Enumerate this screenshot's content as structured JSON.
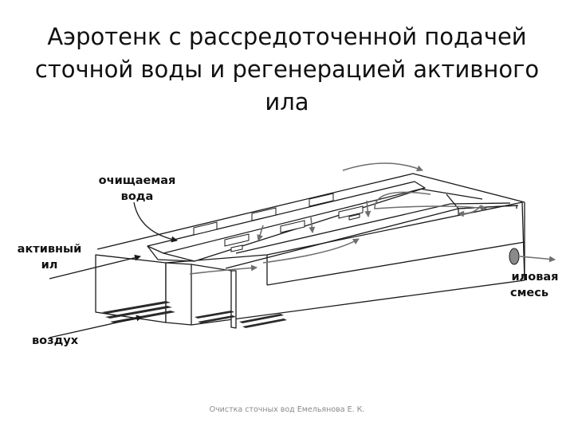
{
  "slide": {
    "title": "Аэротенк с рассредоточенной подачей\nсточной воды и регенерацией активного\nила",
    "footer": "Очистка сточных вод Емельянова Е. К."
  },
  "diagram": {
    "labels": {
      "treated_water_1": "очищаемая",
      "treated_water_2": "вода",
      "active_sludge_1": "активный",
      "active_sludge_2": "ил",
      "air": "воздух",
      "mixture_1": "иловая",
      "mixture_2": "смесь"
    },
    "colors": {
      "line": "#1a1a1a",
      "arrow": "#6e6e6e",
      "outlet": "#8a8a8a",
      "grate": "#2a2a2a"
    }
  }
}
